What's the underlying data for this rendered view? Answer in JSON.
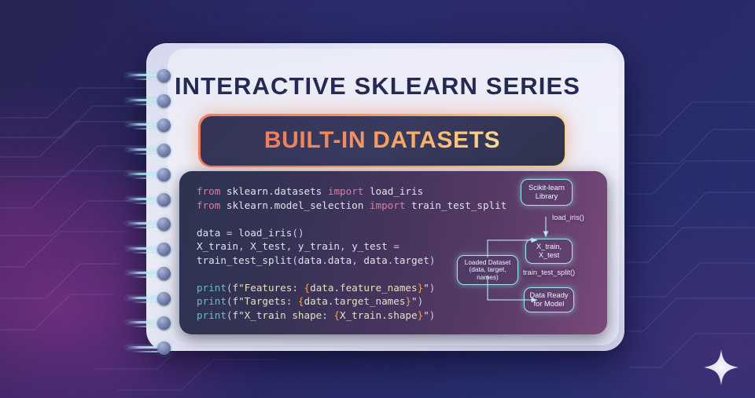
{
  "titles": {
    "main": "INTERACTIVE SKLEARN SERIES",
    "banner": "BUILT-IN DATASETS"
  },
  "code": {
    "language": "python",
    "lines": [
      "from sklearn.datasets import load_iris",
      "from sklearn.model_selection import train_test_split",
      "",
      "data = load_iris()",
      "X_train, X_test, y_train, y_test =",
      "train_test_split(data.data, data.target)",
      "",
      "print(f\"Features: {data.feature_names}\")",
      "print(f\"Targets: {data.target_names}\")",
      "print(f\"X_train shape: {X_train.shape}\")"
    ]
  },
  "diagram": {
    "nodes": {
      "library": "Scikit-learn\nLibrary",
      "splits": "X_train,\nX_test",
      "loaded": "Loaded Dataset\n(data, target,\nnames)",
      "ready": "Data Ready\nfor Model"
    },
    "edges": {
      "load_iris": "load_iris()",
      "train_test_split": "train_test_split()"
    }
  },
  "colors": {
    "accent_start": "#ef7f62",
    "accent_end": "#f8d58c",
    "title": "#242a55",
    "node_stroke": "#9fe6ef",
    "keyword": "#e07b9f",
    "function": "#6fb9c6",
    "string": "#e8dfc4",
    "brace": "#e7a35e",
    "page": "#e9eaf7"
  },
  "decor": {
    "sparkle": "sparkle-icon",
    "ring_count": 12
  }
}
